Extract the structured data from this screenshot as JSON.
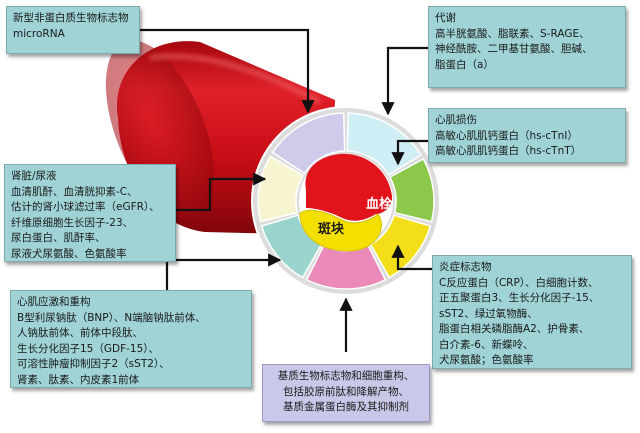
{
  "colors": {
    "box_teal": "#9fd3d6",
    "box_lavender": "#c9c8e8",
    "vessel_red": "#d6101b",
    "plaque_yellow": "#f4e000",
    "thrombus_red": "#e1141c"
  },
  "center": {
    "thrombus_label": "血栓",
    "plaque_label": "斑块"
  },
  "boxes": {
    "novel": {
      "lines": [
        "新型非蛋白质生物标志物",
        "microRNA"
      ]
    },
    "metabolism": {
      "title": "代谢",
      "lines": [
        "高半胱氨酸、脂联素、S-RAGE、",
        "神经酰胺、二甲基甘氨酸、胆碱、",
        "脂蛋白（a）"
      ]
    },
    "myocardial_injury": {
      "title": "心肌损伤",
      "lines": [
        "高敏心肌肌钙蛋白（hs-cTnI）",
        "高敏心肌肌钙蛋白（hs-cTnT）"
      ]
    },
    "kidney": {
      "title": "肾脏/尿液",
      "lines": [
        "血清肌酐、血清胱抑素-C、",
        "估计的肾小球滤过率（eGFR）、",
        "纤维原细胞生长因子-23、",
        "尿白蛋白、肌酐率、",
        "尿液犬尿氨酸、色氨酸率"
      ]
    },
    "inflammation": {
      "title": "炎症标志物",
      "lines": [
        "C反应蛋白（CRP）、白细胞计数、",
        "正五聚蛋白3、生长分化因子-15、",
        "sST2、绿过氧物酶、",
        "脂蛋白相关磷脂酶A2、护骨素、",
        "白介素-6、新蝶呤、",
        "犬尿氨酸；色氨酸率"
      ]
    },
    "stress": {
      "title": "心肌应激和重构",
      "lines": [
        "B型利尿钠肽（BNP）、N端脑钠肽前体、",
        "人钠肽前体、前体中段肽、",
        "生长分化因子15（GDF-15）、",
        "可溶性肿瘤抑制因子2（sST2）、",
        "肾素、肽素、内皮素1前体"
      ]
    },
    "matrix": {
      "lines": [
        "基质生物标志物和细胞重构、",
        "包括胶原前肽和降解产物、",
        "基质金属蛋白酶及其抑制剂"
      ]
    }
  }
}
